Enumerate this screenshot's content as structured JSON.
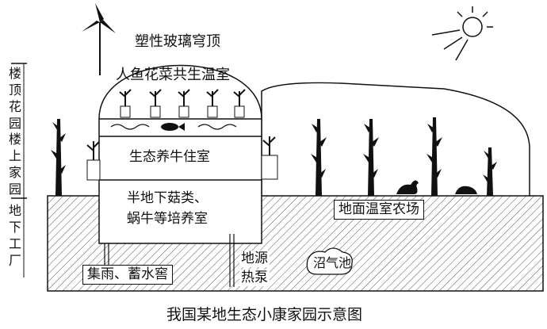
{
  "labels": {
    "dome": "塑性玻璃穹顶",
    "greenhouse": "人鱼花菜共生温室",
    "cattle": "生态养牛住室",
    "basement_line1": "半地下菇类、",
    "basement_line2": "蜗牛等培养室",
    "ground_greenhouse": "地面温室农场",
    "rain_cellar": "集雨、蓄水窖",
    "heat_pump_line1": "地源",
    "heat_pump_line2": "热泵",
    "biogas": "沼气池",
    "caption": "我国某地生态小康家园示意图"
  },
  "side_labels": [
    [
      "楼",
      "顶",
      "花",
      "园"
    ],
    [
      "楼",
      "上",
      "家",
      "园"
    ],
    [
      "地",
      "下",
      "工",
      "厂"
    ]
  ],
  "colors": {
    "ink": "#111111",
    "hatch": "#555555",
    "background": "#ffffff"
  },
  "icons": [
    "wind-turbine-icon",
    "sun-icon",
    "tree-icon",
    "flower-pot-icon",
    "fish-icon",
    "animal-icon"
  ]
}
